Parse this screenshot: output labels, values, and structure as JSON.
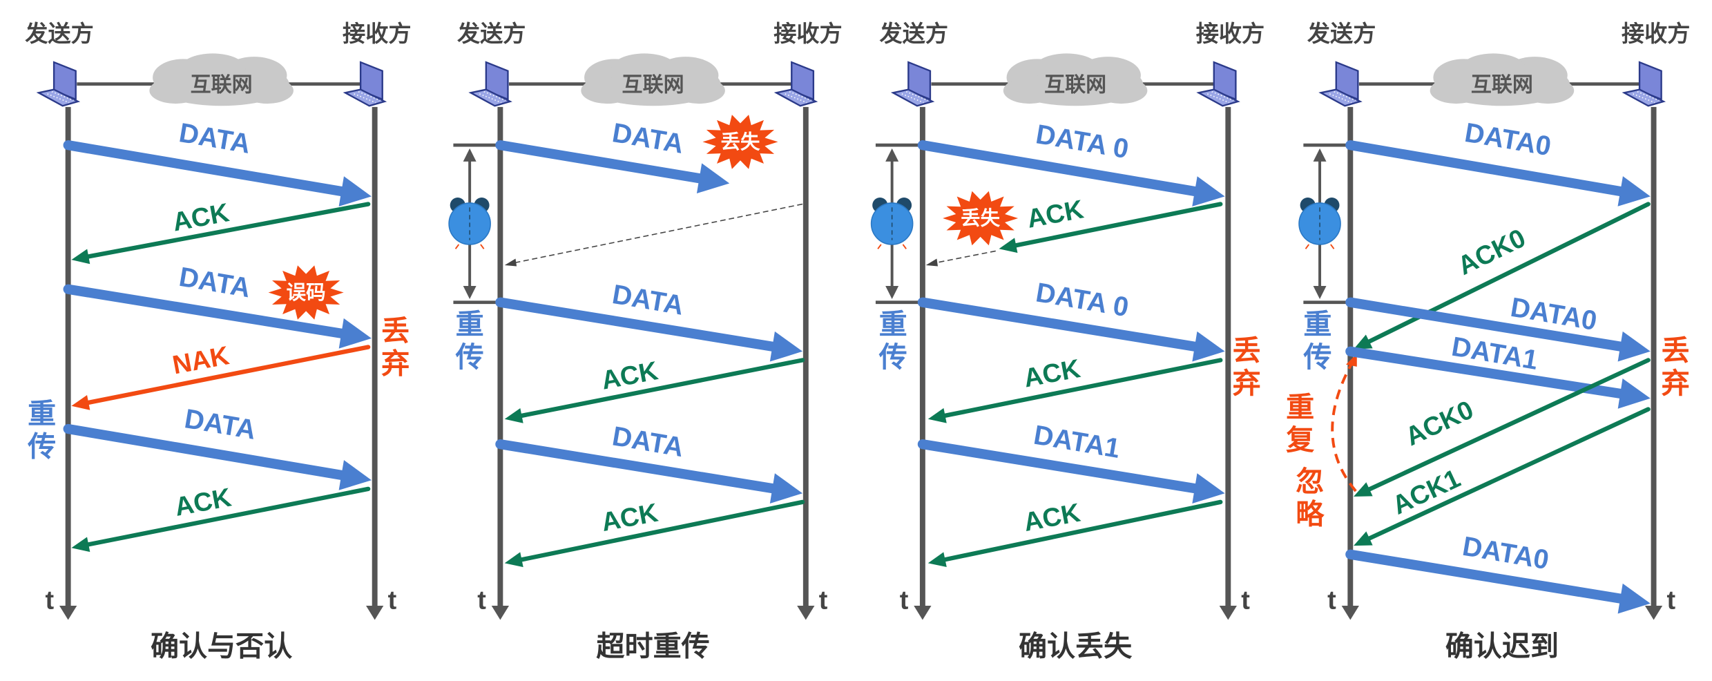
{
  "colors": {
    "data": "#4a7fd0",
    "ack": "#0d7a55",
    "nak": "#f24a12",
    "lifeline": "#555555",
    "cloud": "#c9c9c9",
    "clock": "#3b8fe0",
    "annotation_red": "#f24a12",
    "annotation_blue": "#4a7fd0"
  },
  "panels": [
    {
      "caption": "确认与否认",
      "sender": "发送方",
      "receiver": "接收方",
      "network": "互联网",
      "time_label_sender": "t",
      "time_label_receiver": "t",
      "messages": [
        {
          "label": "DATA",
          "kind": "data"
        },
        {
          "label": "ACK",
          "kind": "ack"
        },
        {
          "label": "DATA",
          "kind": "data",
          "status": "误码"
        },
        {
          "label": "NAK",
          "kind": "nak"
        },
        {
          "label": "DATA",
          "kind": "data"
        },
        {
          "label": "ACK",
          "kind": "ack"
        }
      ],
      "annotations": {
        "error_burst": "误码",
        "discard": "丢弃",
        "retransmit": "重传"
      }
    },
    {
      "caption": "超时重传",
      "sender": "发送方",
      "receiver": "接收方",
      "network": "互联网",
      "time_label_sender": "t",
      "time_label_receiver": "t",
      "messages": [
        {
          "label": "DATA",
          "kind": "data",
          "status": "丢失"
        },
        {
          "label": "DATA",
          "kind": "data"
        },
        {
          "label": "ACK",
          "kind": "ack"
        },
        {
          "label": "DATA",
          "kind": "data"
        },
        {
          "label": "ACK",
          "kind": "ack"
        }
      ],
      "annotations": {
        "lost_burst": "丢失",
        "retransmit": "重传",
        "timer_icon": "alarm-clock-icon"
      }
    },
    {
      "caption": "确认丢失",
      "sender": "发送方",
      "receiver": "接收方",
      "network": "互联网",
      "time_label_sender": "t",
      "time_label_receiver": "t",
      "messages": [
        {
          "label": "DATA 0",
          "kind": "data"
        },
        {
          "label": "ACK",
          "kind": "ack",
          "status": "丢失"
        },
        {
          "label": "DATA 0",
          "kind": "data"
        },
        {
          "label": "ACK",
          "kind": "ack"
        },
        {
          "label": "DATA1",
          "kind": "data"
        },
        {
          "label": "ACK",
          "kind": "ack"
        }
      ],
      "annotations": {
        "lost_burst": "丢失",
        "discard": "丢弃",
        "retransmit": "重传",
        "timer_icon": "alarm-clock-icon"
      }
    },
    {
      "caption": "确认迟到",
      "sender": "发送方",
      "receiver": "接收方",
      "network": "互联网",
      "time_label_sender": "t",
      "time_label_receiver": "t",
      "messages": [
        {
          "label": "DATA0",
          "kind": "data"
        },
        {
          "label": "ACK0",
          "kind": "ack"
        },
        {
          "label": "DATA0",
          "kind": "data"
        },
        {
          "label": "DATA1",
          "kind": "data"
        },
        {
          "label": "ACK0",
          "kind": "ack"
        },
        {
          "label": "ACK1",
          "kind": "ack"
        },
        {
          "label": "DATA0",
          "kind": "data"
        }
      ],
      "annotations": {
        "discard": "丢弃",
        "retransmit": "重传",
        "duplicate": "重复",
        "ignore": "忽略",
        "timer_icon": "alarm-clock-icon"
      }
    }
  ]
}
